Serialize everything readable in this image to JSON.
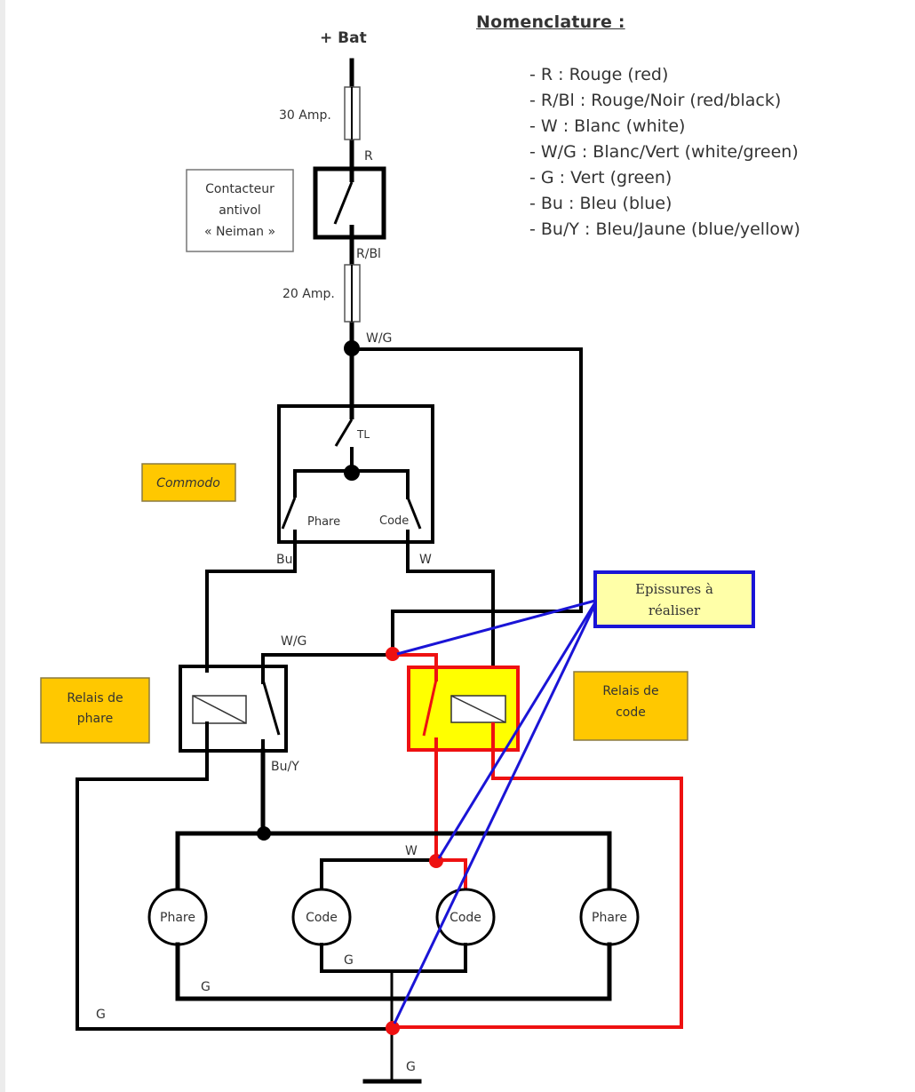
{
  "diagram": {
    "battery_label": "+ Bat",
    "fuse_30_label": "30 Amp.",
    "fuse_20_label": "20 Amp.",
    "wire_labels": {
      "red": "R",
      "red_black": "R/Bl",
      "white_green_top": "W/G",
      "white_green_relay": "W/G",
      "blue": "Bu",
      "white_commodo": "W",
      "blue_yellow": "Bu/Y",
      "white_lamps": "W",
      "ground_code": "G",
      "ground_phare": "G",
      "ground_outer": "G",
      "ground_main": "G"
    },
    "neiman_box": [
      "Contacteur",
      "antivol",
      "« Neiman »"
    ],
    "commodo": {
      "label": "Commodo",
      "switch_tl": "TL",
      "switch_phare": "Phare",
      "switch_code": "Code"
    },
    "relais_phare_label": [
      "Relais de",
      "phare"
    ],
    "relais_code_label": [
      "Relais de",
      "code"
    ],
    "epissures_label": [
      "Epissures à",
      "réaliser"
    ],
    "lamps": [
      "Phare",
      "Code",
      "Code",
      "Phare"
    ]
  },
  "nomenclature": {
    "title": "Nomenclature :",
    "items": [
      "- R : Rouge (red)",
      "- R/Bl : Rouge/Noir (red/black)",
      "- W : Blanc (white)",
      "- W/G : Blanc/Vert (white/green)",
      "- G : Vert (green)",
      "- Bu : Bleu (blue)",
      "- Bu/Y : Bleu/Jaune (blue/yellow)"
    ]
  },
  "colors": {
    "label_box_fill": "#ffc800",
    "highlight_relay_fill": "#ffff00",
    "highlight_wire": "#ee1111",
    "annotation_line": "#1a14d6",
    "annotation_box_fill": "#ffffa8"
  }
}
